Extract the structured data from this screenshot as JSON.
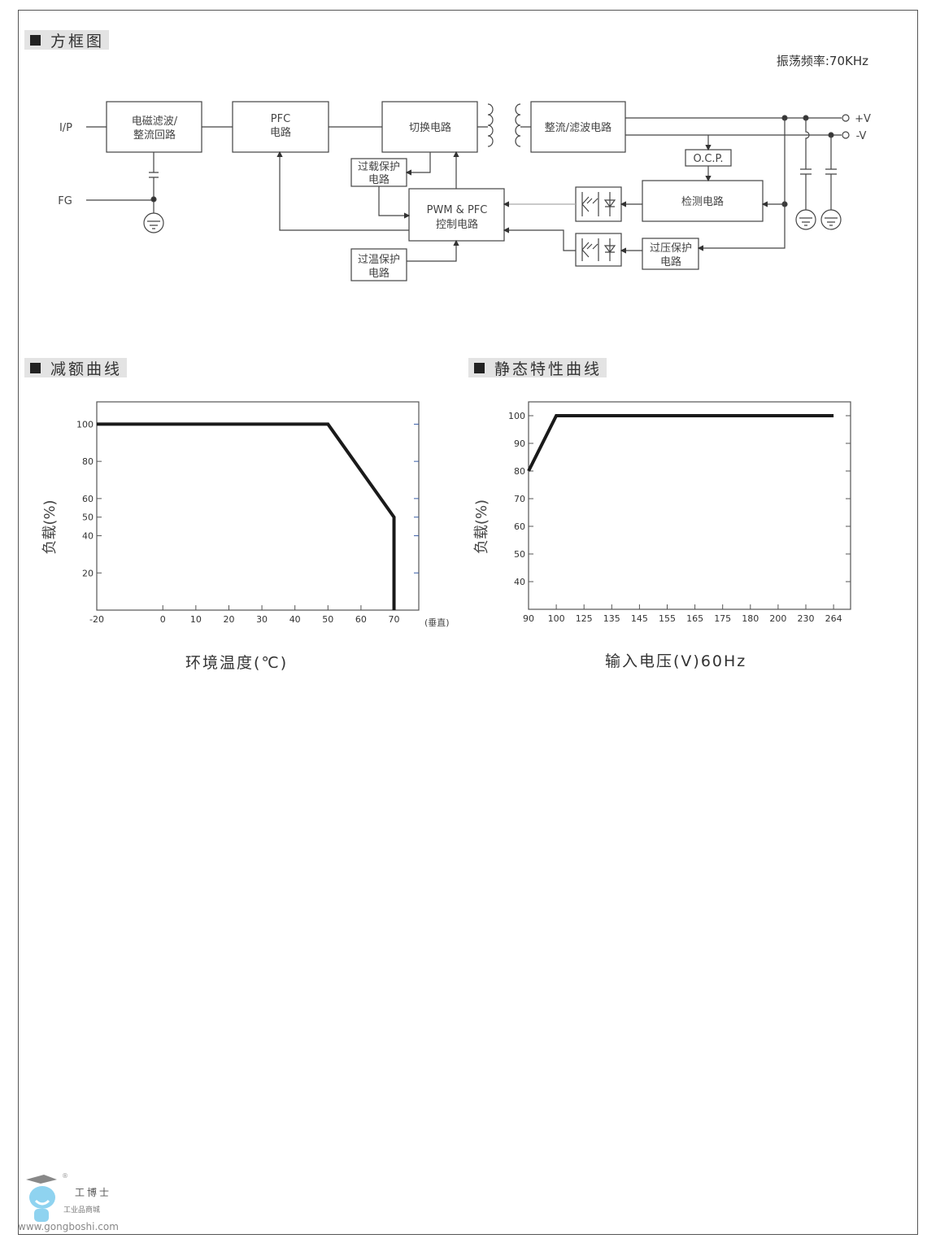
{
  "sections": {
    "block": "方框图",
    "derating": "减额曲线",
    "static": "静态特性曲线"
  },
  "oscillation": "振荡频率:70KHz",
  "diagram": {
    "ip": "I/P",
    "fg": "FG",
    "pos_v": "+V",
    "neg_v": "-V",
    "emi_1": "电磁滤波/",
    "emi_2": "整流回路",
    "pfc_1": "PFC",
    "pfc_2": "电路",
    "switch": "切换电路",
    "rect": "整流/滤波电路",
    "ocp": "O.C.P.",
    "detect": "检测电路",
    "pwm_1": "PWM & PFC",
    "pwm_2": "控制电路",
    "olp_1": "过载保护",
    "olp_2": "电路",
    "otp_1": "过温保护",
    "otp_2": "电路",
    "ovp_1": "过压保护",
    "ovp_2": "电路"
  },
  "chart_data": [
    {
      "type": "line",
      "title": "减额曲线",
      "xlabel": "环境温度(℃)",
      "ylabel": "负载(%)",
      "x_note": "(垂直)",
      "xticks": [
        -20,
        0,
        10,
        20,
        30,
        40,
        50,
        60,
        70
      ],
      "yticks": [
        20,
        40,
        50,
        60,
        80,
        100
      ],
      "xlim": [
        -20,
        77.5
      ],
      "ylim": [
        0,
        112
      ],
      "series": [
        {
          "name": "load",
          "x": [
            -20,
            50,
            70,
            70
          ],
          "y": [
            100,
            100,
            50,
            0
          ]
        }
      ]
    },
    {
      "type": "line",
      "title": "静态特性曲线",
      "xlabel": "输入电压(V)60Hz",
      "ylabel": "负载(%)",
      "categories": [
        "90",
        "100",
        "125",
        "135",
        "145",
        "155",
        "165",
        "175",
        "180",
        "200",
        "230",
        "264"
      ],
      "yticks": [
        40,
        50,
        60,
        70,
        80,
        90,
        100
      ],
      "ylim": [
        30,
        105
      ],
      "series": [
        {
          "name": "load",
          "x": [
            "90",
            "100",
            "264"
          ],
          "y": [
            80,
            100,
            100
          ]
        }
      ]
    }
  ],
  "logo": {
    "brand": "工博士",
    "sub": "工业品商城",
    "url": "www.gongboshi.com"
  }
}
